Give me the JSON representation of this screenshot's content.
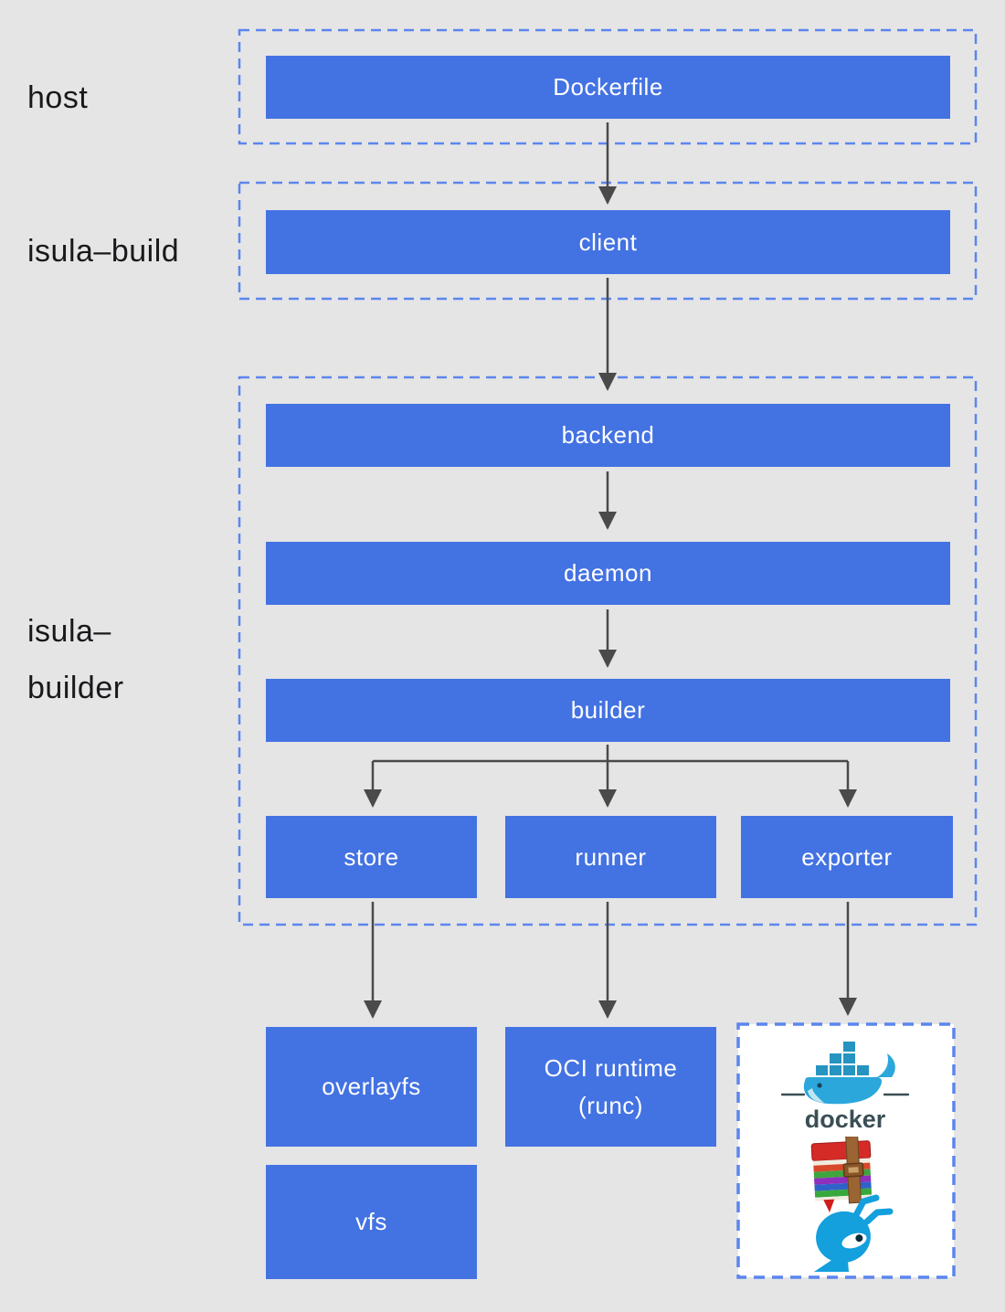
{
  "labels": {
    "host": "host",
    "isula_build": "isula–build",
    "isula_builder_line1": "isula–",
    "isula_builder_line2": "builder"
  },
  "nodes": {
    "dockerfile": "Dockerfile",
    "client": "client",
    "backend": "backend",
    "daemon": "daemon",
    "builder": "builder",
    "store": "store",
    "runner": "runner",
    "exporter": "exporter",
    "overlayfs": "overlayfs",
    "vfs": "vfs",
    "oci_runtime_line1": "OCI runtime",
    "oci_runtime_line2": "(runc)"
  },
  "export_targets": {
    "docker_label": "docker",
    "icons": [
      "docker-whale-logo",
      "winrar-archive-logo",
      "isula-ant-logo"
    ]
  },
  "colors": {
    "background": "#e5e5e6",
    "node_fill": "#4372e2",
    "node_text": "#ffffff",
    "dashed_border": "#5c86ee",
    "arrow": "#4a4a4a",
    "label_text": "#19191c",
    "logo_box_background": "#ffffff",
    "docker_blue": "#2ba7db",
    "docker_wordmark": "#3a4e55",
    "winrar_red": "#d42b26",
    "isula_blue": "#149fdd"
  }
}
